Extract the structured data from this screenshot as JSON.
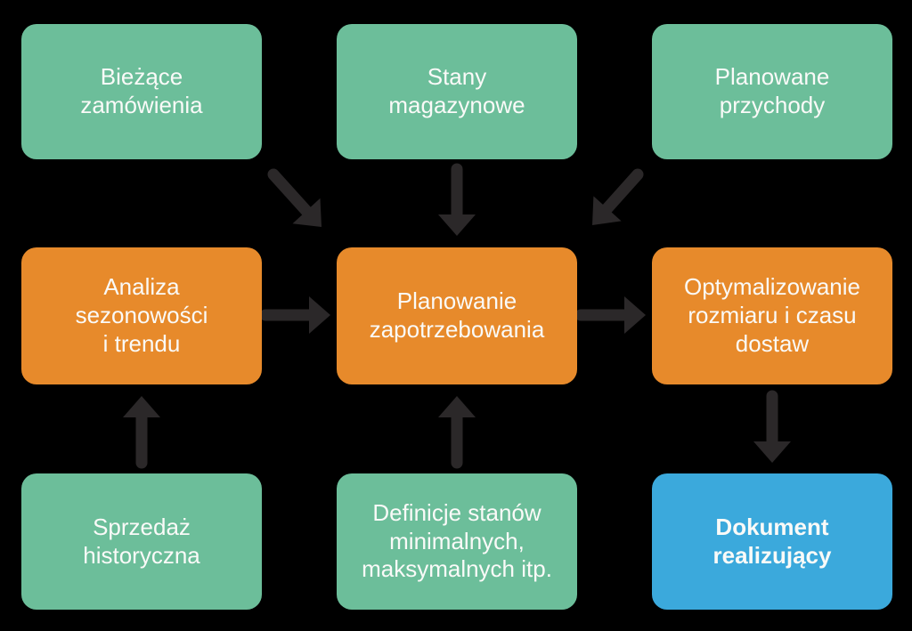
{
  "diagram": {
    "type": "flowchart",
    "language": "pl",
    "nodes": [
      {
        "id": "biezace-zamowienia",
        "label": "Bieżące\nzamówienia",
        "row": 1,
        "col": 1,
        "color": "green"
      },
      {
        "id": "stany-magazynowe",
        "label": "Stany\nmagazynowe",
        "row": 1,
        "col": 2,
        "color": "green"
      },
      {
        "id": "planowane-przychody",
        "label": "Planowane\nprzychody",
        "row": 1,
        "col": 3,
        "color": "green"
      },
      {
        "id": "analiza-sezonowosci-i-trendu",
        "label": "Analiza\nsezonowości\ni trendu",
        "row": 2,
        "col": 1,
        "color": "orange"
      },
      {
        "id": "planowanie-zapotrzebowania",
        "label": "Planowanie\nzapotrzebowania",
        "row": 2,
        "col": 2,
        "color": "orange"
      },
      {
        "id": "optymalizowanie-rozmiaru-i-czasu-dostaw",
        "label": "Optymalizowanie\nrozmiaru i czasu\ndostaw",
        "row": 2,
        "col": 3,
        "color": "orange"
      },
      {
        "id": "sprzedaz-historyczna",
        "label": "Sprzedaż\nhistoryczna",
        "row": 3,
        "col": 1,
        "color": "green"
      },
      {
        "id": "definicje-stanow-minimalnych-maksymalnych",
        "label": "Definicje stanów\nminimalnych,\nmaksymalnych itp.",
        "row": 3,
        "col": 2,
        "color": "green"
      },
      {
        "id": "dokument-realizujacy",
        "label": "Dokument\nrealizujący",
        "row": 3,
        "col": 3,
        "color": "blue",
        "bold": true
      }
    ],
    "edges": [
      {
        "from": "biezace-zamowienia",
        "to": "planowanie-zapotrzebowania",
        "direction": "down-right"
      },
      {
        "from": "stany-magazynowe",
        "to": "planowanie-zapotrzebowania",
        "direction": "down"
      },
      {
        "from": "planowane-przychody",
        "to": "planowanie-zapotrzebowania",
        "direction": "down-left"
      },
      {
        "from": "analiza-sezonowosci-i-trendu",
        "to": "planowanie-zapotrzebowania",
        "direction": "right"
      },
      {
        "from": "planowanie-zapotrzebowania",
        "to": "optymalizowanie-rozmiaru-i-czasu-dostaw",
        "direction": "right"
      },
      {
        "from": "sprzedaz-historyczna",
        "to": "analiza-sezonowosci-i-trendu",
        "direction": "up"
      },
      {
        "from": "definicje-stanow-minimalnych-maksymalnych",
        "to": "planowanie-zapotrzebowania",
        "direction": "up"
      },
      {
        "from": "optymalizowanie-rozmiaru-i-czasu-dostaw",
        "to": "dokument-realizujacy",
        "direction": "down"
      }
    ]
  },
  "colors": {
    "bg": "#000000",
    "green": "#6CBE9A",
    "orange": "#E78A2B",
    "blue": "#3BA9DC",
    "arrow": "#2B2829",
    "text": "#FAFAF8"
  }
}
